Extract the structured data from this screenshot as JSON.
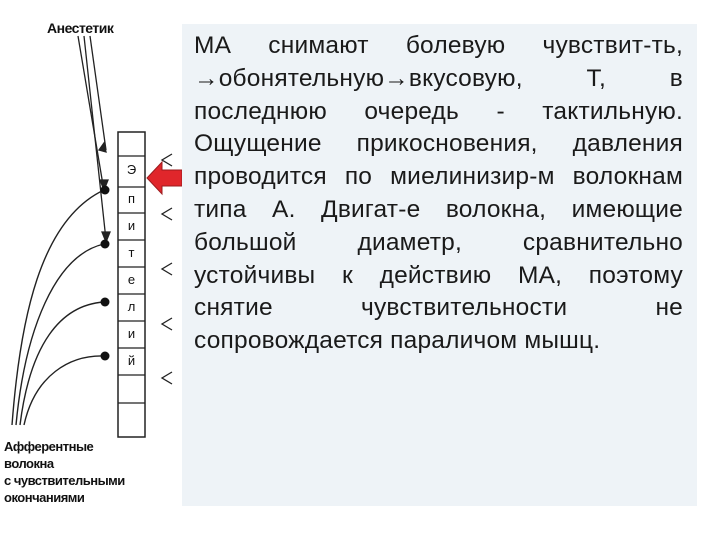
{
  "diagram": {
    "top_label": "Анестетик",
    "bottom_label_lines": [
      "Афферентные",
      "волокна",
      "с чувствительными",
      "окончаниями"
    ],
    "segment_letters": [
      "Э",
      "п",
      "и",
      "т",
      "е",
      "л",
      "и",
      "й"
    ],
    "arrow_color": "#e0262b"
  },
  "text": {
    "paragraph": "МА снимают болевую чувствит-ть, →обонятельную→вкусовую, Т, в последнюю очередь - тактильную. Ощущение прикосновения, давления проводится по миелинизир-м волокнам типа А. Двигат-е волокна, имеющие большой диаметр, сравнительно устойчивы к действию МА, поэтому снятие чувствительности не сопровождается параличом мышц."
  }
}
